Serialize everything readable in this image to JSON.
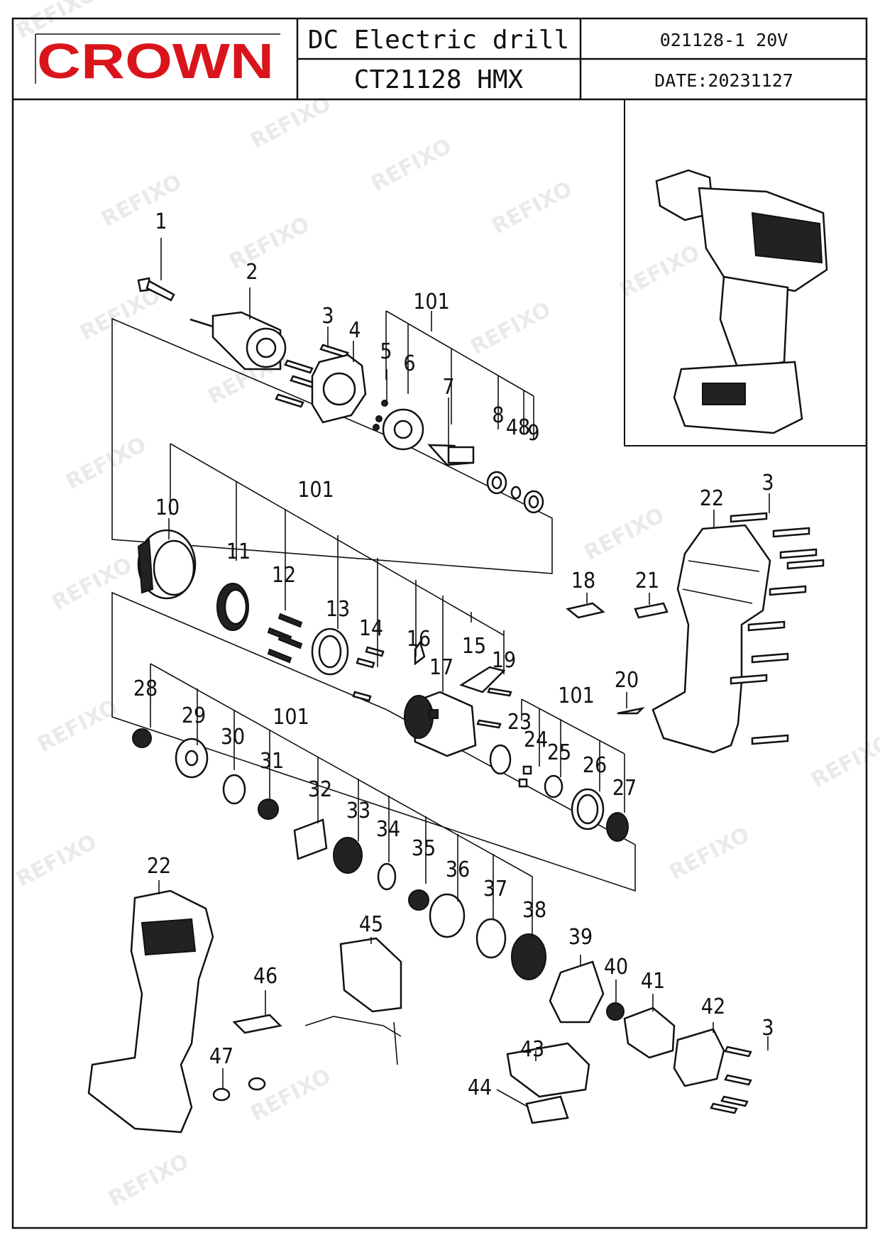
{
  "header": {
    "brand": "CROWN",
    "product_name": "DC  Electric  drill",
    "model": "CT21128 HMX",
    "code_and_voltage": "021128-1    20V",
    "date": "DATE:20231127",
    "brand_color": "#d9151b"
  },
  "watermark": "REFIXO",
  "part_numbers": [
    "1",
    "2",
    "3",
    "4",
    "101",
    "5",
    "6",
    "7",
    "8",
    "48",
    "9",
    "10",
    "11",
    "12",
    "13",
    "14",
    "16",
    "15",
    "17",
    "19",
    "18",
    "21",
    "22",
    "3",
    "20",
    "23",
    "24",
    "25",
    "26",
    "27",
    "28",
    "29",
    "30",
    "31",
    "32",
    "33",
    "34",
    "35",
    "36",
    "37",
    "38",
    "39",
    "40",
    "41",
    "42",
    "3",
    "22",
    "45",
    "46",
    "47",
    "43",
    "44",
    "101",
    "101"
  ]
}
